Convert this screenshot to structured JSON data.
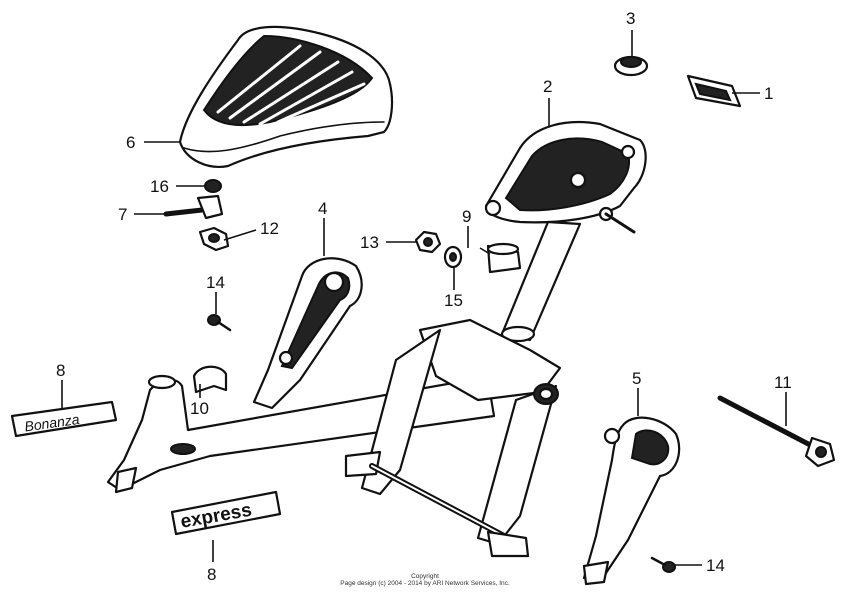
{
  "callouts": {
    "n1": "1",
    "n2": "2",
    "n3": "3",
    "n4": "4",
    "n5": "5",
    "n6": "6",
    "n7": "7",
    "n8a": "8",
    "n8b": "8",
    "n9": "9",
    "n10": "10",
    "n11": "11",
    "n12": "12",
    "n13": "13",
    "n14a": "14",
    "n14b": "14",
    "n15": "15",
    "n16": "16"
  },
  "decals": {
    "left_logo": "Bonanza",
    "express": "express"
  },
  "footer": {
    "line1": "Copyright",
    "line2": "Page design (c) 2004 - 2014 by ARI Network Services, Inc."
  }
}
